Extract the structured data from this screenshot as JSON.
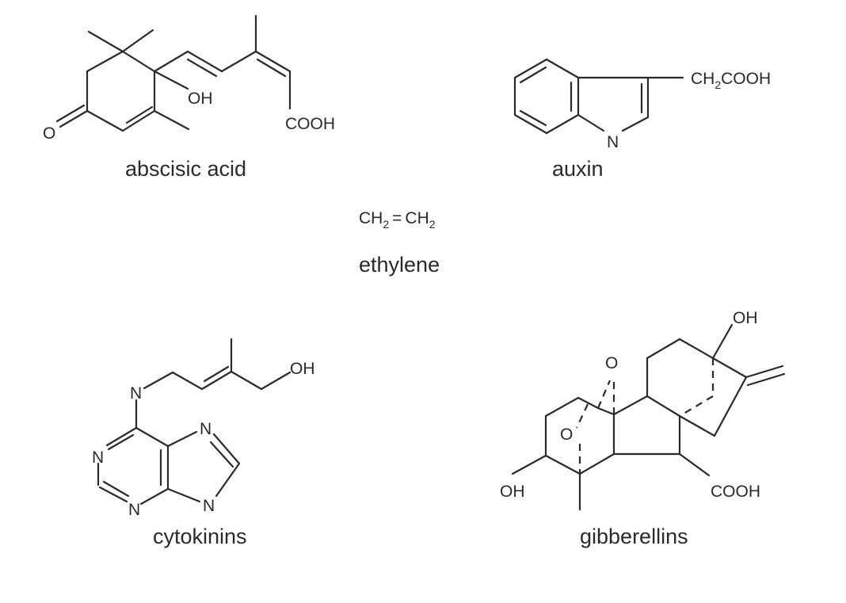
{
  "figure": {
    "molecules": [
      {
        "name": "abscisic acid",
        "labels": {
          "oh": "OH",
          "cooh": "COOH",
          "o": "O"
        }
      },
      {
        "name": "auxin",
        "labels": {
          "ch2cooh_main": "CH",
          "ch2cooh_sub": "2",
          "ch2cooh_tail": "COOH",
          "n": "N"
        }
      },
      {
        "name": "ethylene",
        "formula": {
          "left": "CH",
          "left_sub": "2",
          "bond": "=",
          "right": "CH",
          "right_sub": "2"
        }
      },
      {
        "name": "cytokinins",
        "labels": {
          "n_amine": "N",
          "oh": "OH",
          "n1": "N",
          "n3": "N",
          "n7": "N",
          "n9": "N"
        }
      },
      {
        "name": "gibberellins",
        "labels": {
          "oh_top": "OH",
          "o_top": "O",
          "o_mid": "O",
          "oh_left": "OH",
          "cooh": "COOH"
        }
      }
    ]
  }
}
